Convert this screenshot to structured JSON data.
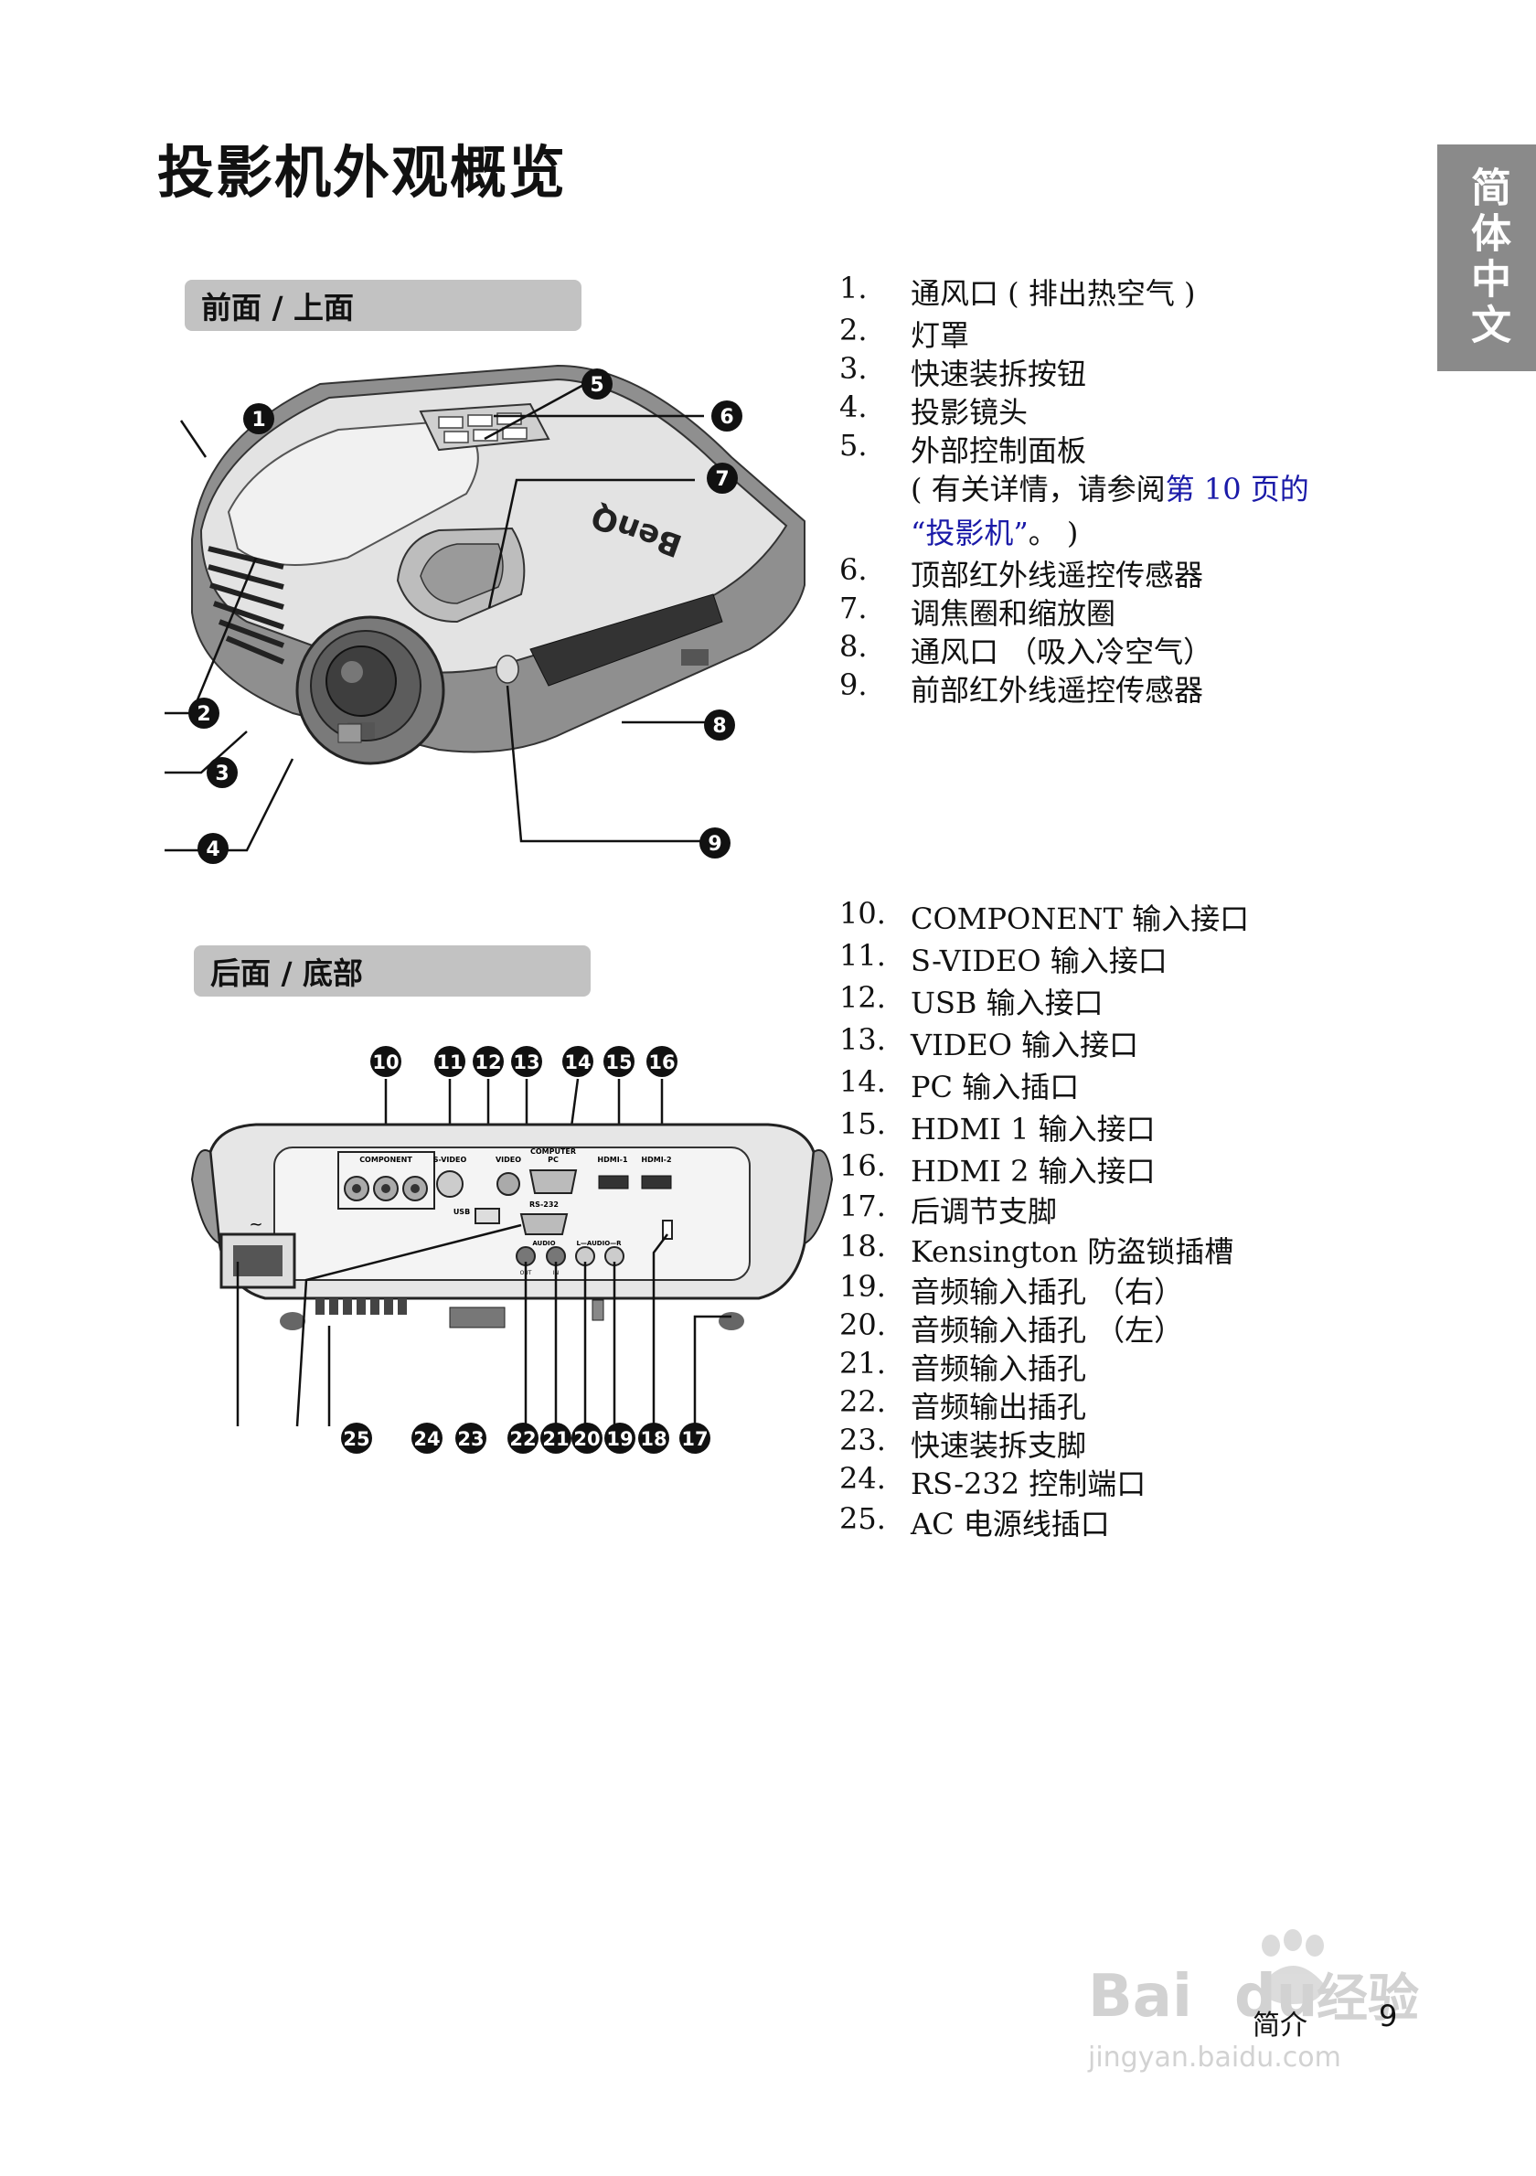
{
  "page": {
    "title": "投影机外观概览",
    "language_tab": "简体中文",
    "footer_section": "简介",
    "page_number": "9"
  },
  "front": {
    "label": "前面 / 上面",
    "callouts": [
      "1",
      "2",
      "3",
      "4",
      "5",
      "6",
      "7",
      "8",
      "9"
    ],
    "logo": "BenQ",
    "items": [
      {
        "num": "1.",
        "text": "通风口 ( 排出热空气 )"
      },
      {
        "num": "2.",
        "text": "灯罩"
      },
      {
        "num": "3.",
        "text": "快速装拆按钮"
      },
      {
        "num": "4.",
        "text": "投影镜头"
      },
      {
        "num": "5.",
        "text": "外部控制面板"
      },
      {
        "num": "6.",
        "text": "顶部红外线遥控传感器"
      },
      {
        "num": "7.",
        "text": "调焦圈和缩放圈"
      },
      {
        "num": "8.",
        "text": "通风口 （吸入冷空气）"
      },
      {
        "num": "9.",
        "text": "前部红外线遥控传感器"
      }
    ],
    "note_prefix": "( 有关详情，请参阅",
    "note_link_1": "第 10 页的",
    "note_link_2": "“投影机”",
    "note_suffix": "。 )"
  },
  "rear": {
    "label": "后面 / 底部",
    "callouts_top": [
      "10",
      "11",
      "12",
      "13",
      "14",
      "15",
      "16"
    ],
    "callouts_bottom": [
      "25",
      "24",
      "23",
      "22",
      "21",
      "20",
      "19",
      "18",
      "17"
    ],
    "port_labels": {
      "component": "COMPONENT",
      "svideo": "S-VIDEO",
      "video": "VIDEO",
      "computer": "COMPUTER",
      "pc": "PC",
      "hdmi1": "HDMI-1",
      "hdmi2": "HDMI-2",
      "usb": "USB",
      "rs232": "RS-232",
      "audio": "AUDIO",
      "audio_lr": "L—AUDIO—R",
      "out": "OUT",
      "in": "IN",
      "ac": "~"
    },
    "items": [
      {
        "num": "10.",
        "text": "COMPONENT 输入接口"
      },
      {
        "num": "11.",
        "text": "S-VIDEO 输入接口"
      },
      {
        "num": "12.",
        "text": "USB 输入接口"
      },
      {
        "num": "13.",
        "text": "VIDEO 输入接口"
      },
      {
        "num": "14.",
        "text": "PC 输入插口"
      },
      {
        "num": "15.",
        "text": "HDMI 1 输入接口"
      },
      {
        "num": "16.",
        "text": "HDMI 2 输入接口"
      },
      {
        "num": "17.",
        "text": "后调节支脚"
      },
      {
        "num": "18.",
        "text": "Kensington 防盗锁插槽"
      },
      {
        "num": "19.",
        "text": "音频输入插孔 （右）"
      },
      {
        "num": "20.",
        "text": "音频输入插孔 （左）"
      },
      {
        "num": "21.",
        "text": "音频输入插孔"
      },
      {
        "num": "22.",
        "text": "音频输出插孔"
      },
      {
        "num": "23.",
        "text": "快速装拆支脚"
      },
      {
        "num": "24.",
        "text": "RS-232 控制端口"
      },
      {
        "num": "25.",
        "text": "AC 电源线插口"
      }
    ]
  },
  "watermark": {
    "brand": "Bai",
    "brand2": "du",
    "service": "经验",
    "url": "jingyan.baidu.com"
  }
}
